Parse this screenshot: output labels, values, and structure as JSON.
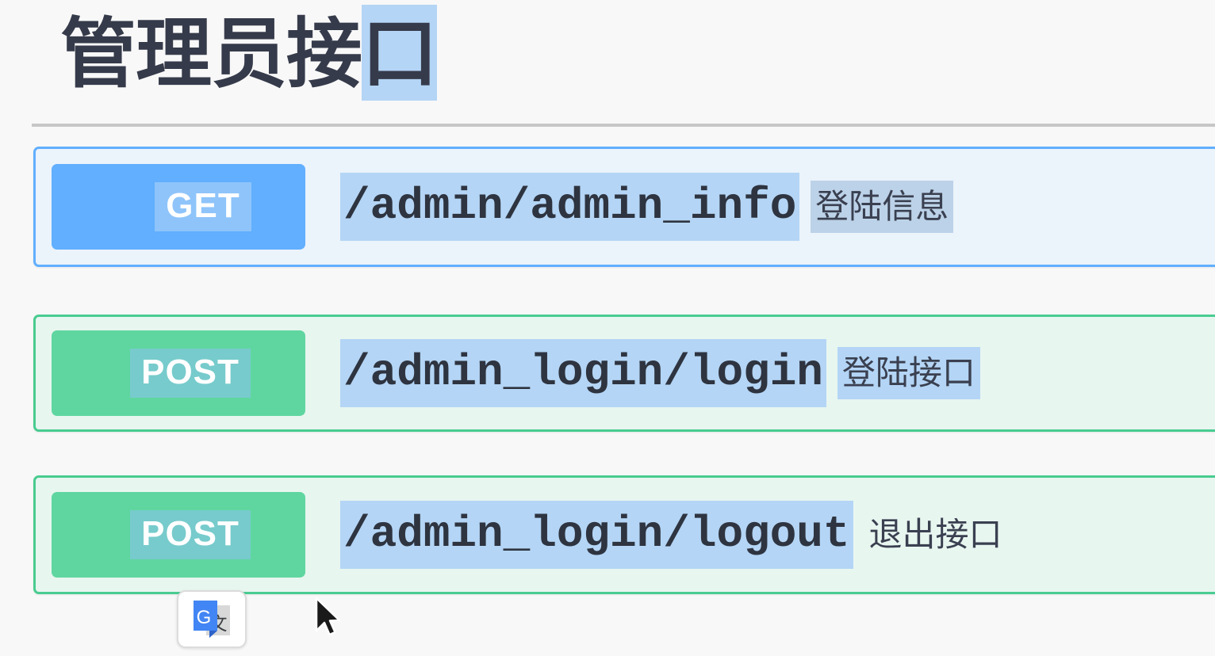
{
  "page": {
    "background_color": "#f8f8f8",
    "title_color": "#363b4b",
    "selection_color": "#b4d5f5"
  },
  "header": {
    "title_unselected": "管理员接",
    "title_selected": "口",
    "title_full": "管理员接口"
  },
  "endpoints": [
    {
      "method": "GET",
      "method_color": "#61affe",
      "row_background": "#ebf3fb",
      "row_border": "#61affe",
      "path": "/admin/admin_info",
      "description": "登陆信息",
      "path_selected": true,
      "description_selected": true,
      "method_selected": true
    },
    {
      "method": "POST",
      "method_color": "#5fd6a0",
      "row_background": "#e8f6f0",
      "row_border": "#49cc90",
      "path": "/admin_login/login",
      "description": "登陆接口",
      "path_selected": true,
      "description_selected": true,
      "method_selected": true
    },
    {
      "method": "POST",
      "method_color": "#5fd6a0",
      "row_background": "#e8f6f0",
      "row_border": "#49cc90",
      "path": "/admin_login/logout",
      "description": "退出接口",
      "path_selected": true,
      "description_selected": false,
      "method_selected": true
    }
  ],
  "overlays": {
    "translate_button": {
      "icon": "google-translate-icon",
      "letter": "G",
      "glyph": "文"
    },
    "cursor": {
      "icon": "mouse-pointer-icon"
    }
  }
}
